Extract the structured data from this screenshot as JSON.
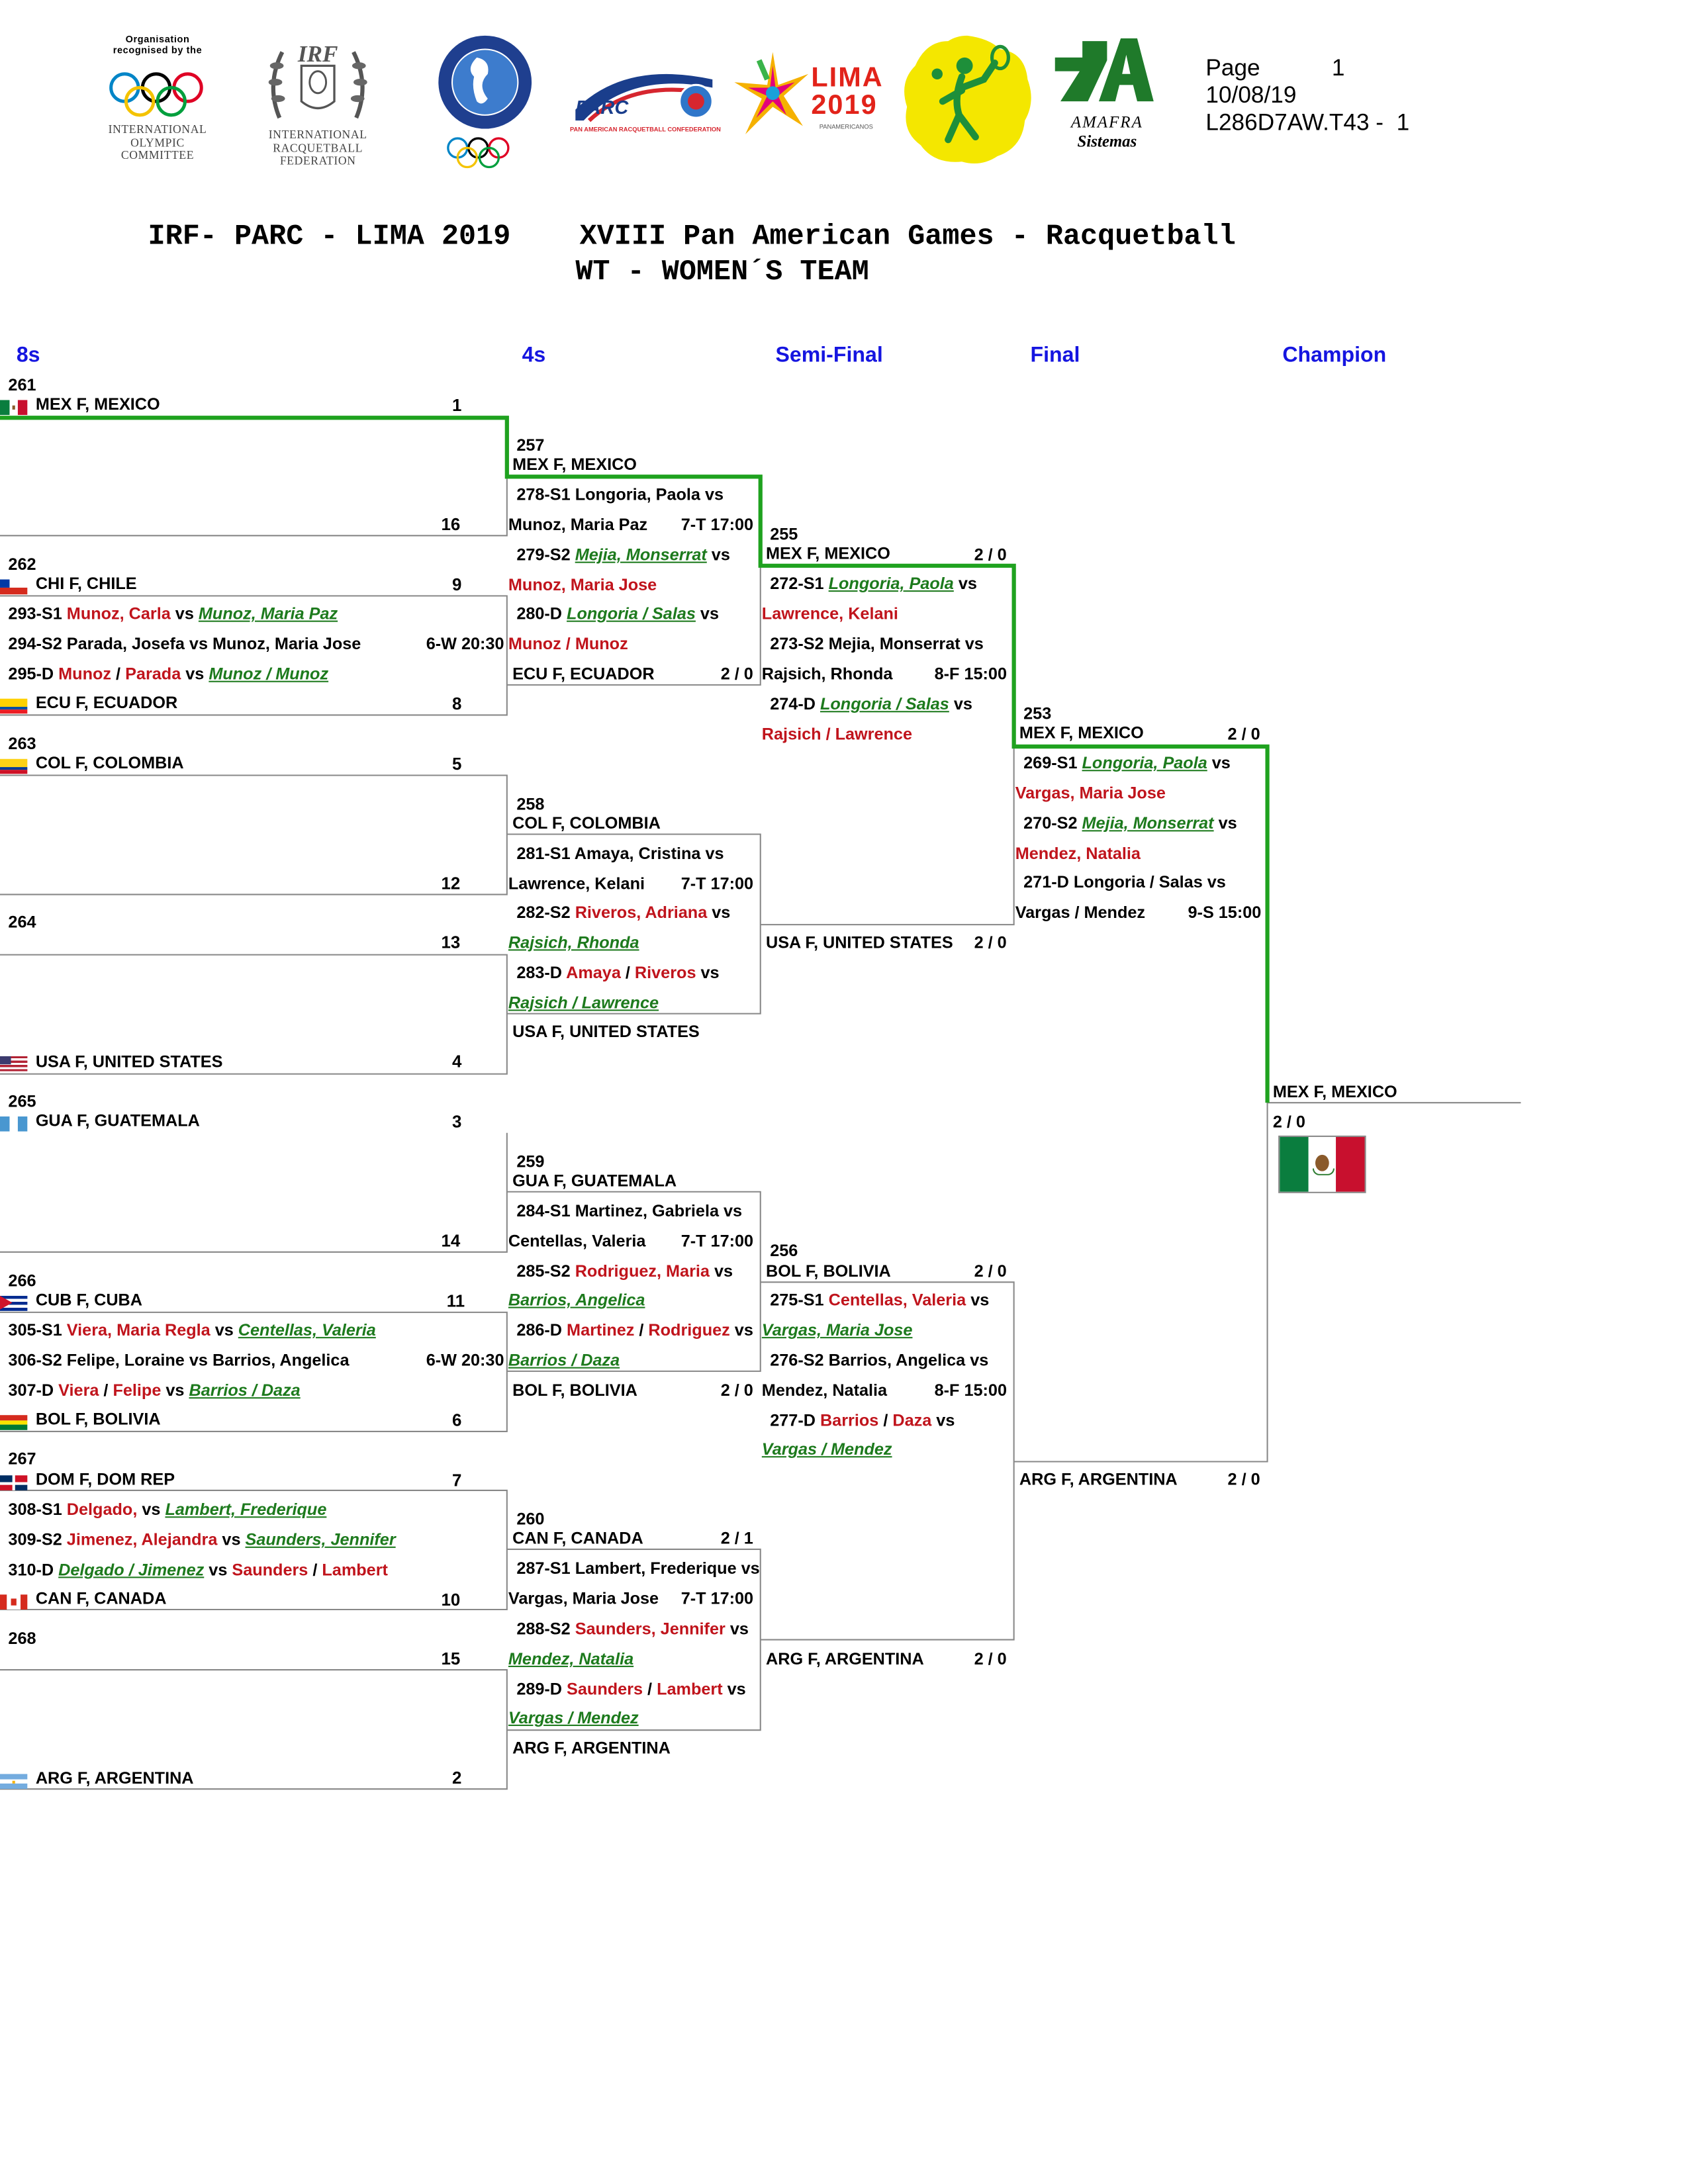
{
  "header": {
    "ioc_caption_top": "Organisation\nrecognised by the",
    "ioc_caption": "INTERNATIONAL\nOLYMPIC\nCOMMITTEE",
    "irf_caption": "INTERNATIONAL\nRACQUETBALL\nFEDERATION",
    "irf_mark": "IRF",
    "parc_mark": "PARC",
    "parc_caption": "PAN AMERICAN RACQUETBALL CONFEDERATION",
    "lima_mark": "LIMA",
    "lima_year": "2019",
    "lima_caption": "PANAMERICANOS",
    "amafra_line1": "AMAFRA",
    "amafra_line2": "Sistemas",
    "page_label": "Page",
    "page_number": "1",
    "date": "10/08/19",
    "report_code": "L286D7AW.T43 -  1",
    "title": "IRF- PARC - LIMA 2019    XVIII Pan American Games - Racquetball",
    "subtitle": "WT - WOMEN´S TEAM"
  },
  "rounds": [
    "8s",
    "4s",
    "Semi-Final",
    "Final",
    "Champion"
  ],
  "seeds": {
    "mex": "1",
    "chi": "9",
    "ecu": "8",
    "col": "5",
    "usa": "4",
    "gua": "3",
    "cub": "11",
    "bol": "6",
    "dom": "7",
    "can": "10",
    "arg": "2",
    "b1": "16",
    "b2": "12",
    "b3": "13",
    "b4": "14",
    "b5": "15"
  },
  "match_numbers": {
    "m261": "261",
    "m262": "262",
    "m263": "263",
    "m264": "264",
    "m265": "265",
    "m266": "266",
    "m267": "267",
    "m268": "268",
    "m257": "257",
    "m258": "258",
    "m259": "259",
    "m260": "260",
    "m255": "255",
    "m256": "256",
    "m253": "253"
  },
  "teams": {
    "mex": "MEX F, MEXICO",
    "chi": "CHI F, CHILE",
    "ecu": "ECU F, ECUADOR",
    "col": "COL F, COLOMBIA",
    "usa": "USA F, UNITED STATES",
    "gua": "GUA F, GUATEMALA",
    "cub": "CUB F, CUBA",
    "bol": "BOL F, BOLIVIA",
    "dom": "DOM F, DOM REP",
    "can": "CAN F, CANADA",
    "arg": "ARG F, ARGENTINA"
  },
  "scores": {
    "ecu": "2 / 0",
    "bol": "2 / 0",
    "can": "2 / 1",
    "sf_mex": "2 / 0",
    "sf_usa": "2 / 0",
    "sf_bol": "2 / 0",
    "sf_arg": "2 / 0",
    "f_mex": "2 / 0",
    "f_arg": "2 / 0",
    "champ": "2 / 0"
  },
  "vs": "vs",
  "slash": "/",
  "r8": {
    "m262": {
      "l1_code": "293-S1",
      "l1_a": "Munoz, Carla",
      "l1_b": "Munoz, Maria Paz",
      "l2_code": "294-S2",
      "l2_a": "Parada, Josefa",
      "l2_b": "Munoz, Maria Jose",
      "l2_time": "6-W 20:30",
      "l3_code": "295-D",
      "l3_a1": "Munoz",
      "l3_a2": "Parada",
      "l3_b": "Munoz / Munoz"
    },
    "m266": {
      "l1_code": "305-S1",
      "l1_a": "Viera, Maria Regla",
      "l1_b": "Centellas, Valeria",
      "l2_code": "306-S2",
      "l2_a": "Felipe, Loraine",
      "l2_b": "Barrios, Angelica",
      "l2_time": "6-W 20:30",
      "l3_code": "307-D",
      "l3_a1": "Viera",
      "l3_a2": "Felipe",
      "l3_b": "Barrios / Daza"
    },
    "m267": {
      "l1_code": "308-S1",
      "l1_a": "Delgado,",
      "l1_b": "Lambert, Frederique",
      "l2_code": "309-S2",
      "l2_a": "Jimenez, Alejandra",
      "l2_b": "Saunders, Jennifer",
      "l3_code": "310-D",
      "l3_a": "Delgado / Jimenez",
      "l3_b1": "Saunders",
      "l3_b2": "Lambert"
    }
  },
  "r4": {
    "m257": {
      "c1": "278-S1",
      "p1": "Longoria, Paola",
      "p1b": "Munoz, Maria Paz",
      "time": "7-T 17:00",
      "c2": "279-S2",
      "p2": "Mejia, Monserrat",
      "p2b": "Munoz, Maria Jose",
      "c3": "280-D",
      "p3": "Longoria / Salas",
      "p3b1": "Munoz",
      "p3b2": "Munoz"
    },
    "m258": {
      "c1": "281-S1",
      "p1": "Amaya, Cristina",
      "p1b": "Lawrence, Kelani",
      "time": "7-T 17:00",
      "c2": "282-S2",
      "p2": "Riveros, Adriana",
      "p2b": "Rajsich, Rhonda",
      "c3": "283-D",
      "p3a1": "Amaya",
      "p3a2": "Riveros",
      "p3b": "Rajsich / Lawrence"
    },
    "m259": {
      "c1": "284-S1",
      "p1": "Martinez, Gabriela",
      "p1b": "Centellas, Valeria",
      "time": "7-T 17:00",
      "c2": "285-S2",
      "p2": "Rodriguez, Maria",
      "p2b": "Barrios, Angelica",
      "c3": "286-D",
      "p3a1": "Martinez",
      "p3a2": "Rodriguez",
      "p3b": "Barrios / Daza"
    },
    "m260": {
      "c1": "287-S1",
      "p1": "Lambert, Frederique",
      "p1b": "Vargas, Maria Jose",
      "time": "7-T 17:00",
      "c2": "288-S2",
      "p2": "Saunders, Jennifer",
      "p2b": "Mendez, Natalia",
      "c3": "289-D",
      "p3a1": "Saunders",
      "p3a2": "Lambert",
      "p3b": "Vargas / Mendez"
    }
  },
  "sf": {
    "m255": {
      "c1": "272-S1",
      "p1": "Longoria, Paola",
      "p1b": "Lawrence, Kelani",
      "c2": "273-S2",
      "p2": "Mejia, Monserrat",
      "p2b": "Rajsich, Rhonda",
      "time": "8-F 15:00",
      "c3": "274-D",
      "p3": "Longoria / Salas",
      "p3b1": "Rajsich",
      "p3b2": "Lawrence"
    },
    "m256": {
      "c1": "275-S1",
      "p1": "Centellas, Valeria",
      "p1b": "Vargas, Maria Jose",
      "c2": "276-S2",
      "p2": "Barrios, Angelica",
      "p2b": "Mendez, Natalia",
      "time": "8-F 15:00",
      "c3": "277-D",
      "p3a1": "Barrios",
      "p3a2": "Daza",
      "p3b": "Vargas / Mendez"
    }
  },
  "final": {
    "c1": "269-S1",
    "p1": "Longoria, Paola",
    "p1b": "Vargas, Maria Jose",
    "c2": "270-S2",
    "p2": "Mejia, Monserrat",
    "p2b": "Mendez, Natalia",
    "c3": "271-D",
    "p3": "Longoria / Salas",
    "p3b": "Vargas / Mendez",
    "time": "9-S 15:00"
  },
  "colors": {
    "winner_line": "#1fa21f",
    "round_header": "#1515e0",
    "winner_text": "#1d7a1d",
    "loser_text": "#c0141c"
  }
}
